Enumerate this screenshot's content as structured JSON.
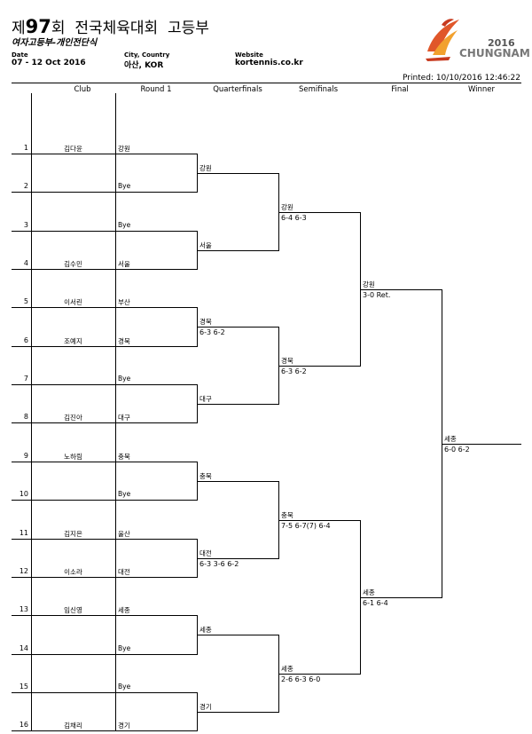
{
  "header": {
    "title_prefix": "제",
    "title_number": "97",
    "title_rest": "회  전국체육대회  고등부",
    "subtitle": "여자고등부-개인전단식",
    "date_label": "Date",
    "date_value": "07 - 12 Oct 2016",
    "location_label": "City, Country",
    "location_value": "아산, KOR",
    "website_label": "Website",
    "website_value": "kortennis.co.kr",
    "printed": "Printed: 10/10/2016 12:46:22"
  },
  "logo": {
    "year": "2016",
    "name": "CHUNGNAM",
    "icon": "phoenix-logo-icon",
    "colors": [
      "#e0572a",
      "#f2a12e",
      "#c73a1f"
    ]
  },
  "columns": [
    "Club",
    "Round 1",
    "Quarterfinals",
    "Semifinals",
    "Final",
    "Winner"
  ],
  "draw": [
    {
      "num": "1",
      "club": "김다윤",
      "name": "강원"
    },
    {
      "num": "2",
      "club": "",
      "name": "Bye"
    },
    {
      "num": "3",
      "club": "",
      "name": "Bye"
    },
    {
      "num": "4",
      "club": "김수민",
      "name": "서울"
    },
    {
      "num": "5",
      "club": "이서린",
      "name": "부산"
    },
    {
      "num": "6",
      "club": "조예지",
      "name": "경북"
    },
    {
      "num": "7",
      "club": "",
      "name": "Bye"
    },
    {
      "num": "8",
      "club": "김진아",
      "name": "대구"
    },
    {
      "num": "9",
      "club": "노하림",
      "name": "충북"
    },
    {
      "num": "10",
      "club": "",
      "name": "Bye"
    },
    {
      "num": "11",
      "club": "김지은",
      "name": "울산"
    },
    {
      "num": "12",
      "club": "이소라",
      "name": "대전"
    },
    {
      "num": "13",
      "club": "임신영",
      "name": "세종"
    },
    {
      "num": "14",
      "club": "",
      "name": "Bye"
    },
    {
      "num": "15",
      "club": "",
      "name": "Bye"
    },
    {
      "num": "16",
      "club": "김채리",
      "name": "경기"
    }
  ],
  "quarterfinals": [
    {
      "name": "강원",
      "score": ""
    },
    {
      "name": "서울",
      "score": ""
    },
    {
      "name": "경북",
      "score": "6-3 6-2"
    },
    {
      "name": "대구",
      "score": ""
    },
    {
      "name": "충북",
      "score": ""
    },
    {
      "name": "대전",
      "score": "6-3 3-6 6-2"
    },
    {
      "name": "세종",
      "score": ""
    },
    {
      "name": "경기",
      "score": ""
    }
  ],
  "semifinals": [
    {
      "name": "강원",
      "score": "6-4 6-3"
    },
    {
      "name": "경북",
      "score": "6-3 6-2"
    },
    {
      "name": "충북",
      "score": "7-5 6-7(7) 6-4"
    },
    {
      "name": "세종",
      "score": "2-6 6-3 6-0"
    }
  ],
  "final": [
    {
      "name": "강원",
      "score": "3-0 Ret."
    },
    {
      "name": "세종",
      "score": "6-1 6-4"
    }
  ],
  "winner": {
    "name": "세종",
    "score": "6-0 6-2"
  }
}
